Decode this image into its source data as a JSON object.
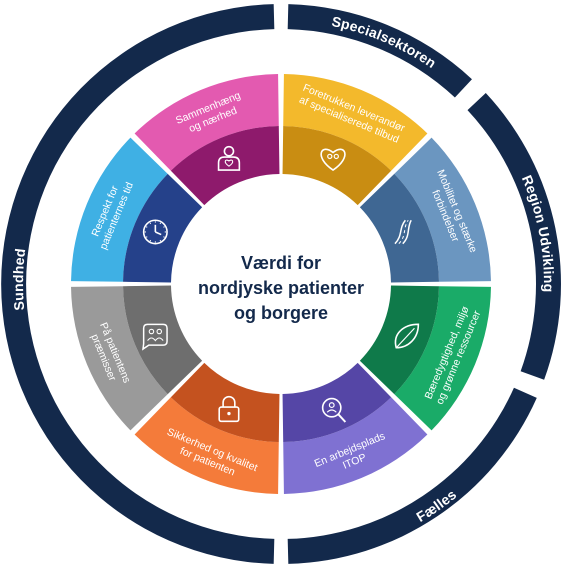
{
  "center": {
    "lines": [
      "Værdi for",
      "nordjyske patienter",
      "og borgere"
    ],
    "color": "#13294b"
  },
  "outer_ring": {
    "color": "#13294b",
    "labels": [
      {
        "key": "specialsektoren",
        "text": "Specialsektoren"
      },
      {
        "key": "region_udvikling",
        "text": "Region Udvikling"
      },
      {
        "key": "faelles",
        "text": "Fælles"
      },
      {
        "key": "sundhed",
        "text": "Sundhed"
      }
    ]
  },
  "segments": [
    {
      "key": "foretrukken",
      "label_lines": [
        "Foretrukken leverandør",
        "af specialiserede tilbud"
      ],
      "icon": "heart-people-icon",
      "outer_color": "#f3b92c",
      "inner_color": "#c98d12"
    },
    {
      "key": "mobilitet",
      "label_lines": [
        "Mobilitet og stærke",
        "forbindelser"
      ],
      "icon": "road-icon",
      "outer_color": "#6b96c0",
      "inner_color": "#3f6793"
    },
    {
      "key": "baeredygtighed",
      "label_lines": [
        "Bæredygtighed, miljø",
        "og grønne ressourcer"
      ],
      "icon": "leaf-icon",
      "outer_color": "#1aab68",
      "inner_color": "#0f7a4a"
    },
    {
      "key": "arbejdsplads",
      "label_lines": [
        "En arbejdsplads",
        "ITOP"
      ],
      "icon": "search-person-icon",
      "outer_color": "#7f71d2",
      "inner_color": "#5546a6"
    },
    {
      "key": "sikkerhed",
      "label_lines": [
        "Sikkerhed og kvalitet",
        "for patienten"
      ],
      "icon": "lock-icon",
      "outer_color": "#f47b3a",
      "inner_color": "#c4521f"
    },
    {
      "key": "patientens",
      "label_lines": [
        "På patientens",
        "præmisser"
      ],
      "icon": "chat-people-icon",
      "outer_color": "#9a9a9a",
      "inner_color": "#6e6e6e"
    },
    {
      "key": "respekt",
      "label_lines": [
        "Respekt for",
        "patienternes tid"
      ],
      "icon": "clock-icon",
      "outer_color": "#3fb0e4",
      "inner_color": "#25418a"
    },
    {
      "key": "sammenhaeng",
      "label_lines": [
        "Sammenhæng",
        "og nærhed"
      ],
      "icon": "person-heart-icon",
      "outer_color": "#e35ab0",
      "inner_color": "#8e1a6c"
    }
  ]
}
